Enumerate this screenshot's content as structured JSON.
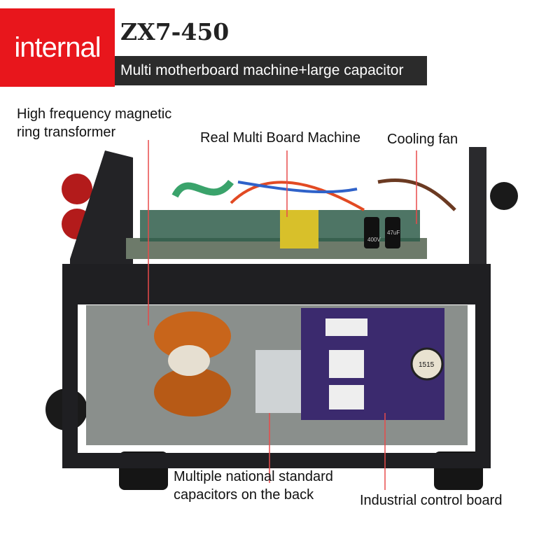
{
  "badge": {
    "text": "internal",
    "color": "#e8161c"
  },
  "model": "ZX7-450",
  "subtitle": "Multi motherboard machine+large capacitor",
  "callouts": {
    "transformer": [
      "High frequency magnetic",
      "ring transformer"
    ],
    "board": "Real Multi Board Machine",
    "fan": "Cooling fan",
    "capacitors": [
      "Multiple national standard",
      "capacitors on the back"
    ],
    "control": "Industrial control board"
  },
  "photo_labels": {
    "fan_sticker": "1515",
    "cap_a": "400V",
    "cap_b": "47uF"
  },
  "colors": {
    "chassis": "#1f1f22",
    "pcb_green": "#2f5d4a",
    "pcb_purple": "#3b2a6e",
    "copper": "#c8651b",
    "leader_line": "#e84a4a"
  }
}
